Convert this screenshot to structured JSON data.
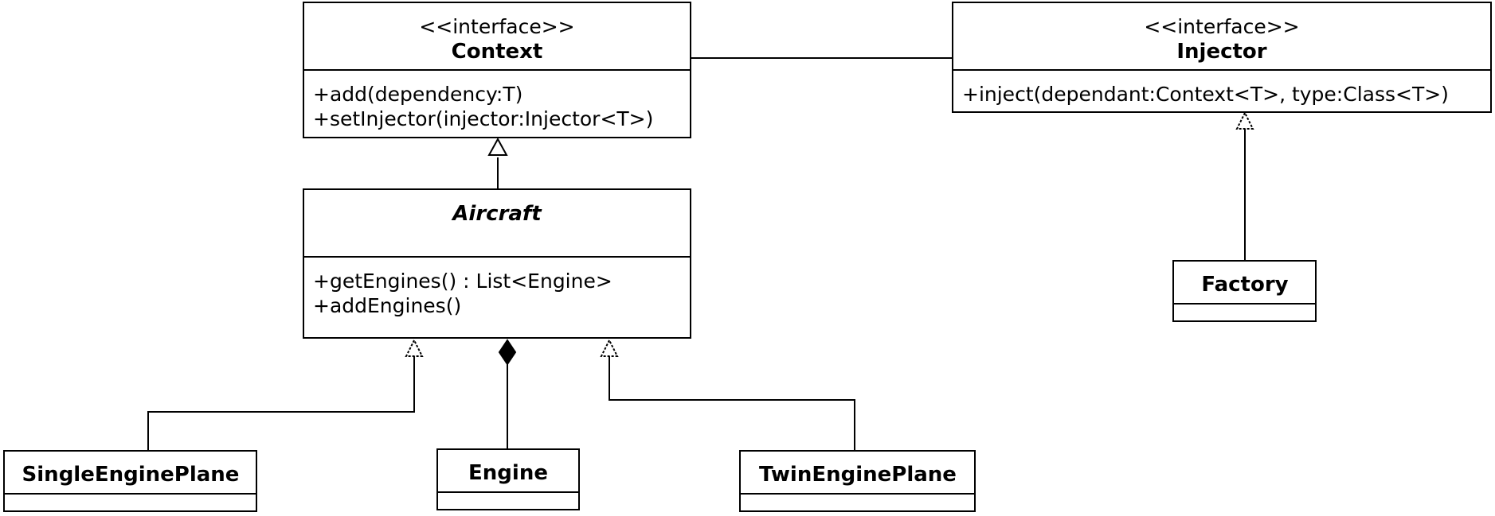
{
  "diagram": {
    "classes": {
      "context": {
        "stereotype": "<<interface>>",
        "name": "Context",
        "operations": [
          "+add(dependency:T)",
          "+setInjector(injector:Injector<T>)"
        ]
      },
      "injector": {
        "stereotype": "<<interface>>",
        "name": "Injector",
        "operations": [
          "+inject(dependant:Context<T>, type:Class<T>)"
        ]
      },
      "aircraft": {
        "name": "Aircraft",
        "operations": [
          "+getEngines() : List<Engine>",
          "+addEngines()"
        ]
      },
      "factory": {
        "name": "Factory"
      },
      "single_engine_plane": {
        "name": "SingleEnginePlane"
      },
      "engine": {
        "name": "Engine"
      },
      "twin_engine_plane": {
        "name": "TwinEnginePlane"
      }
    },
    "relationships": [
      {
        "from": "Context",
        "to": "Injector",
        "kind": "association"
      },
      {
        "from": "Aircraft",
        "to": "Context",
        "kind": "generalization"
      },
      {
        "from": "Factory",
        "to": "Injector",
        "kind": "realization"
      },
      {
        "from": "SingleEnginePlane",
        "to": "Aircraft",
        "kind": "realization"
      },
      {
        "from": "TwinEnginePlane",
        "to": "Aircraft",
        "kind": "realization"
      },
      {
        "from": "Engine",
        "to": "Aircraft",
        "kind": "composition"
      }
    ]
  }
}
